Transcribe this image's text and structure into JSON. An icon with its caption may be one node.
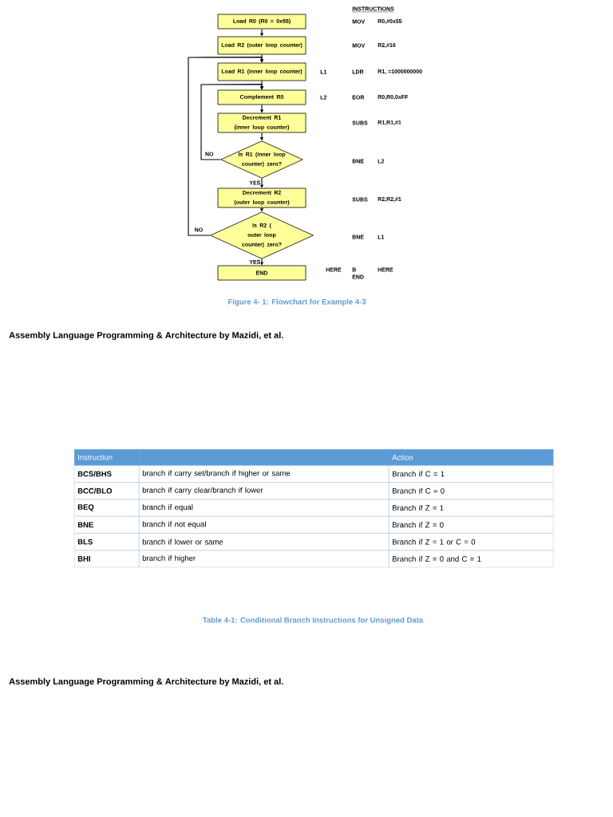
{
  "diagram": {
    "caption": "Figure 4- 1: Flowchart for Example 4-3",
    "nodes": [
      {
        "text": [
          "Load R0 (R0 = 0x55)"
        ]
      },
      {
        "text": [
          "Load R2 (outer loop counter)"
        ]
      },
      {
        "text": [
          "Load R1 (inner loop counter)"
        ]
      },
      {
        "text": [
          "Complement R0"
        ]
      },
      {
        "text": [
          "Decrement R1 (inner loop counter)"
        ]
      },
      {
        "text": [
          "Is R1 (inner loop counter) zero?"
        ]
      },
      {
        "text": [
          "Decrement R2 (outer loop counter)"
        ]
      },
      {
        "text": [
          "Is R2 ( outer loop counter) zero?"
        ]
      },
      {
        "text": [
          "END"
        ]
      }
    ],
    "edges": [
      {
        "from": 0,
        "to": 1,
        "arrow": "to"
      },
      {
        "from": 1,
        "to": 2,
        "arrow": "to"
      },
      {
        "from": 2,
        "to": 3,
        "arrow": "to"
      },
      {
        "from": 3,
        "to": 4,
        "arrow": "to"
      },
      {
        "from": 4,
        "to": 5,
        "arrow": "to"
      },
      {
        "from": 5,
        "to": 6,
        "arrow": "to",
        "label": "YES"
      },
      {
        "from": 6,
        "to": 7,
        "arrow": "to"
      },
      {
        "from": 7,
        "to": 8,
        "arrow": "to",
        "label": "YES"
      },
      {
        "from": 5,
        "to": 3,
        "arrow": "to",
        "label": "NO"
      },
      {
        "from": 7,
        "to": 2,
        "arrow": "to",
        "label": "NO"
      }
    ],
    "labels": [
      "INSTRUCTIONS",
      "MOV",
      "R0,#0x55",
      "MOV",
      "R2,#16",
      "L1",
      "LDR",
      "R1, =1000000000",
      "L2",
      "EOR",
      "R0,R0,0xFF",
      "SUBS",
      "R1,R1,#1",
      "BNE",
      "L2",
      "SUBS",
      "R2,R2,#1",
      "BNE",
      "L1",
      "HERE",
      "B",
      "HERE",
      "END",
      "Assembly Language Programming & Architecture by Mazidi, et al.",
      "Instruction",
      "Action",
      "BCS/BHS",
      "branch if carry set/branch if higher or same",
      "Branch if C = 1",
      "BCC/BLO",
      "branch if carry clear/branch if lower",
      "Branch if C = 0",
      "BEQ",
      "branch if equal",
      "Branch if Z = 1",
      "BNE",
      "branch if not equal",
      "Branch if Z = 0",
      "BLS",
      "branch if lower or same",
      "Branch if Z = 1 or C = 0",
      "BHI",
      "branch if higher",
      "Branch if Z = 0 and C = 1",
      "Table 4-1: Conditional Branch Instructions for Unsigned Data",
      "Assembly Language Programming & Architecture by Mazidi, et al."
    ]
  }
}
